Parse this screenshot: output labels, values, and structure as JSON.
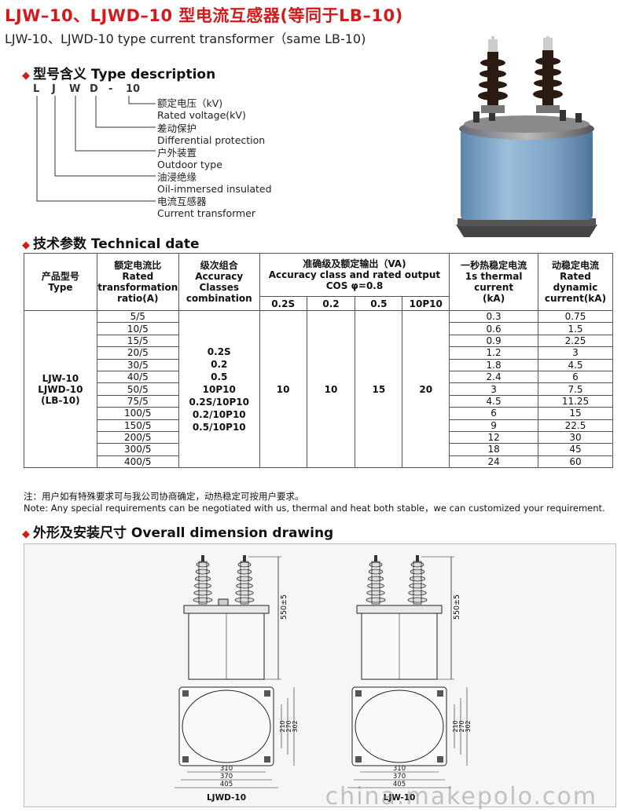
{
  "header": {
    "title_cn": "LJW–10、LJWD–10 型电流互感器(等同于LB–10)",
    "title_en": "LJW-10、LJWD-10 type current transformer（same LB-10)"
  },
  "type_desc": {
    "heading": "型号含义 Type description",
    "code": [
      "L",
      "J",
      "W",
      "D",
      "-",
      "10"
    ],
    "legend": [
      {
        "cn": "额定电压（kV)",
        "en": "Rated voltage(kV)"
      },
      {
        "cn": "差动保护",
        "en": "Differential protection"
      },
      {
        "cn": "户外装置",
        "en": "Outdoor type"
      },
      {
        "cn": "油浸绝缘",
        "en": "Oil-immersed insulated"
      },
      {
        "cn": "电流互感器",
        "en": "Current transformer"
      }
    ]
  },
  "tech": {
    "heading": "技术参数 Technical date",
    "columns": {
      "type": {
        "cn": "产品型号",
        "en": "Type"
      },
      "ratio": {
        "cn": "额定电流比",
        "en1": "Rated",
        "en2": "transformation",
        "en3": "ratio(A)"
      },
      "combo": {
        "cn": "级次组合",
        "en1": "Accuracy",
        "en2": "Classes",
        "en3": "combination"
      },
      "acc": {
        "cn": "准确级及额定输出（VA)",
        "en": "Accuracy class and rated output",
        "cos": "COS φ=0.8"
      },
      "acc_sub": [
        "0.2S",
        "0.2",
        "0.5",
        "10P10"
      ],
      "thermal": {
        "cn": "一秒热稳定电流",
        "en1": "1s thermal current",
        "en2": "(kA)"
      },
      "dynamic": {
        "cn": "动稳定电流",
        "en1": "Rated dynamic",
        "en2": "current(kA)"
      }
    },
    "type_values": [
      "LJW-10",
      "LJWD-10",
      "(LB-10)"
    ],
    "combos": [
      "0.2S",
      "0.2",
      "0.5",
      "10P10",
      "0.2S/10P10",
      "0.2/10P10",
      "0.5/10P10"
    ],
    "outputs": [
      "10",
      "10",
      "15",
      "20"
    ],
    "rows": [
      [
        "5/5",
        "0.3",
        "0.75"
      ],
      [
        "10/5",
        "0.6",
        "1.5"
      ],
      [
        "15/5",
        "0.9",
        "2.25"
      ],
      [
        "20/5",
        "1.2",
        "3"
      ],
      [
        "30/5",
        "1.8",
        "4.5"
      ],
      [
        "40/5",
        "2.4",
        "6"
      ],
      [
        "50/5",
        "3",
        "7.5"
      ],
      [
        "75/5",
        "4.5",
        "11.25"
      ],
      [
        "100/5",
        "6",
        "15"
      ],
      [
        "150/5",
        "9",
        "22.5"
      ],
      [
        "200/5",
        "12",
        "30"
      ],
      [
        "300/5",
        "18",
        "45"
      ],
      [
        "400/5",
        "24",
        "60"
      ]
    ],
    "note_cn": "注：用户如有特殊要求可与我公司协商确定，动热稳定可按用户要求。",
    "note_en": "Note: Any special requirements can be negotiated with us, thermal and heat both stable，we can customized your requirement."
  },
  "drawing": {
    "heading": "外形及安装尺寸 Overall dimension drawing",
    "height_dim": "550±5",
    "dims": [
      "210",
      "270",
      "302",
      "310",
      "370",
      "405"
    ],
    "left_label": "LJWD-10",
    "right_label": "LJW-10"
  },
  "watermark": "china.makepolo.com",
  "colors": {
    "title": "#d21a1a",
    "body_blue": "#7fa6c9"
  }
}
